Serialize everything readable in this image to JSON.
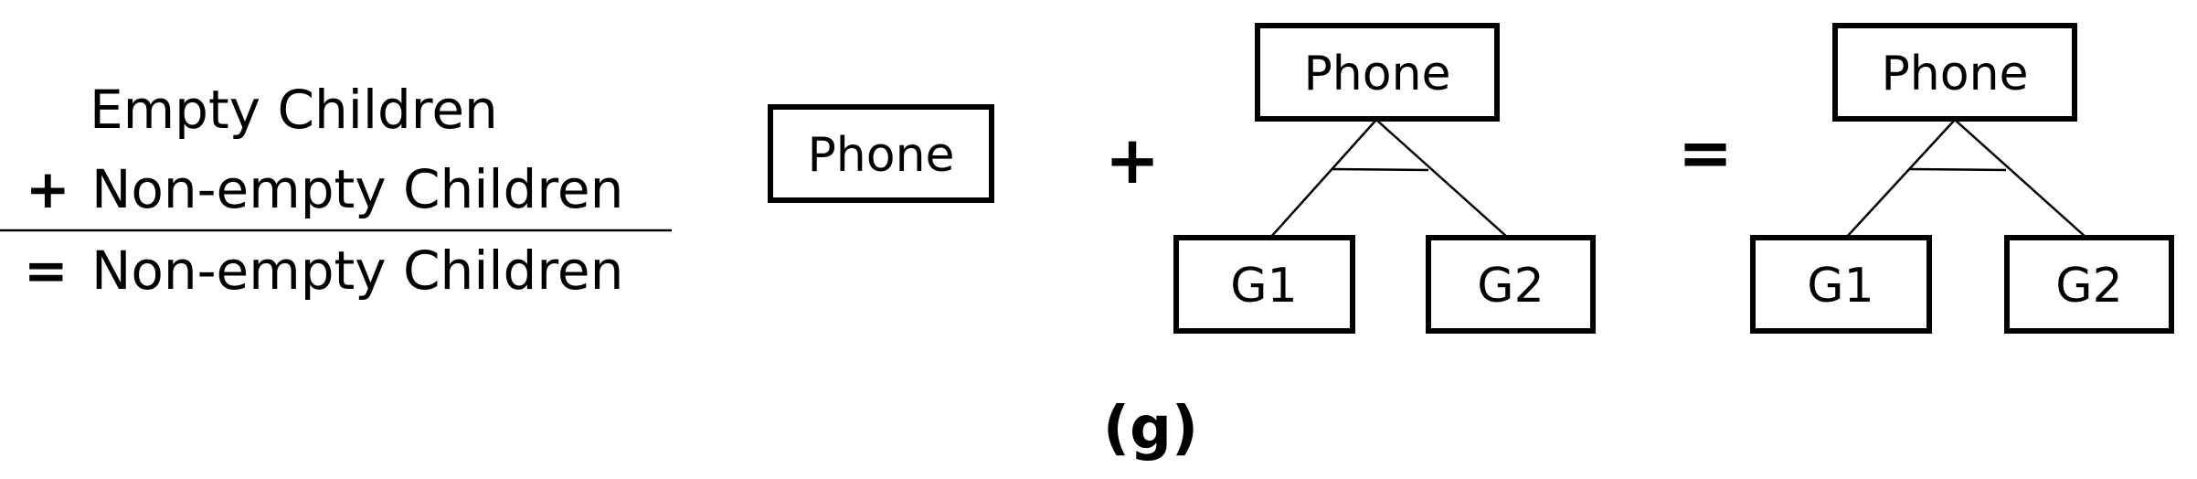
{
  "equation": {
    "line1": "Empty Children",
    "plus_sign": "+",
    "line2": "Non-empty Children",
    "equals_sign": "=",
    "line3": "Non-empty Children"
  },
  "diagram": {
    "left_node": "Phone",
    "operator_plus": "+",
    "operator_equals": "=",
    "tree_a": {
      "root": "Phone",
      "children": [
        "G1",
        "G2"
      ]
    },
    "tree_b": {
      "root": "Phone",
      "children": [
        "G1",
        "G2"
      ]
    }
  },
  "caption": "(g)"
}
